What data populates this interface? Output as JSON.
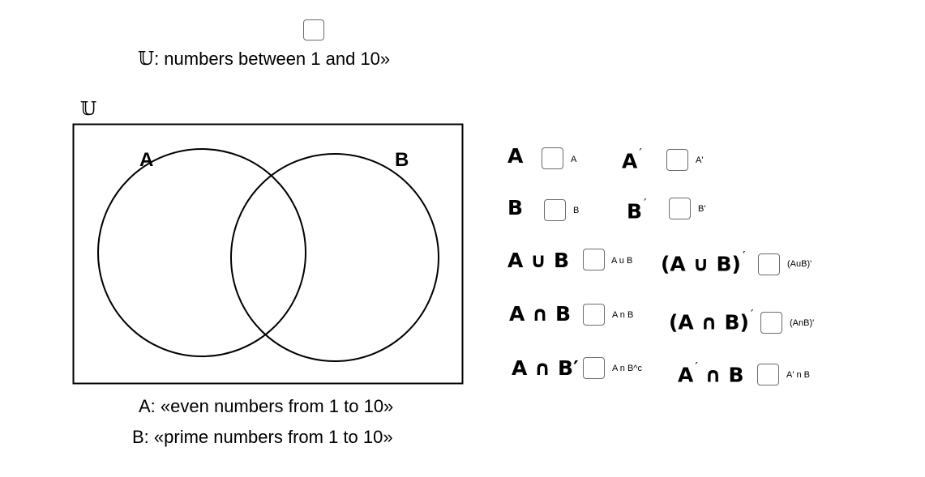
{
  "universe": {
    "symbol": "𝕌",
    "definition": ": numbers between 1 and 10»",
    "diagram_symbol": "𝕌"
  },
  "venn": {
    "set_a_label": "A",
    "set_b_label": "B"
  },
  "captions": {
    "a": "A: «even numbers from 1 to 10»",
    "b": "B: «prime numbers from 1 to 10»"
  },
  "expressions": [
    {
      "id": "a",
      "label": "A",
      "prime": "",
      "tail": "",
      "answer_label": "A"
    },
    {
      "id": "a-complement",
      "label": "A",
      "prime": "′",
      "tail": "",
      "answer_label": "A'"
    },
    {
      "id": "b",
      "label": "B",
      "prime": "",
      "tail": "",
      "answer_label": "B"
    },
    {
      "id": "b-complement",
      "label": "B",
      "prime": "′",
      "tail": "",
      "answer_label": "B'"
    },
    {
      "id": "a-union-b",
      "label": "A ∪ B",
      "prime": "",
      "tail": "",
      "answer_label": "A u B"
    },
    {
      "id": "a-union-b-complement",
      "label": "(A ∪ B)",
      "prime": "′",
      "tail": "",
      "answer_label": "(AuB)'"
    },
    {
      "id": "a-intersect-b",
      "label": "A ∩ B",
      "prime": "",
      "tail": "",
      "answer_label": "A n B"
    },
    {
      "id": "a-intersect-b-complement",
      "label": "(A ∩ B)",
      "prime": "′",
      "tail": "",
      "answer_label": "(AnB)'"
    },
    {
      "id": "a-intersect-b-prime",
      "label": "A ∩ B′",
      "prime": "",
      "tail": "",
      "answer_label": "A n B^c"
    },
    {
      "id": "a-prime-intersect-b",
      "label": "A",
      "prime": "′",
      "tail": " ∩ B",
      "answer_label": "A' n B"
    }
  ]
}
